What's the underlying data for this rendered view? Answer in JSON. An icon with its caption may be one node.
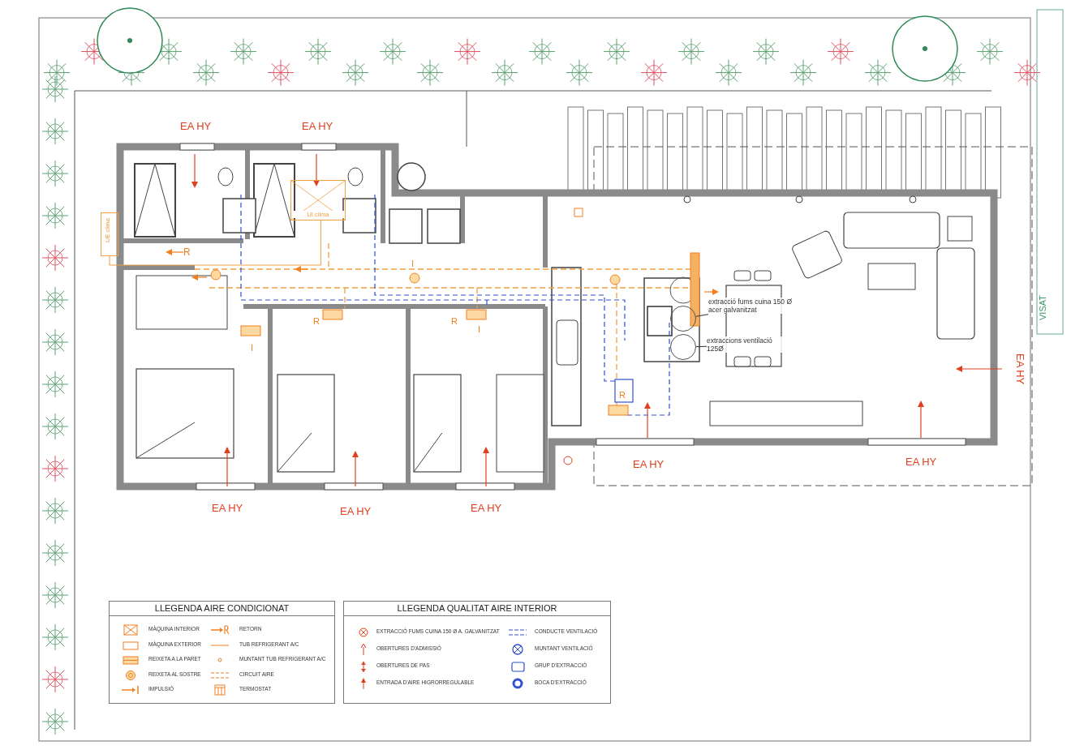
{
  "diagram": {
    "nodes": [
      {
        "text": [
          "UE clima"
        ]
      },
      {
        "text": [
          "UI clima"
        ]
      },
      {
        "text": [
          "extracció fums cuina 150 Ø acer galvanitzat"
        ]
      },
      {
        "text": [],
        "shape": "circle"
      },
      {
        "text": [
          "extraccions ventilació 125Ø"
        ]
      },
      {
        "text": [],
        "shape": "circle"
      }
    ],
    "edges": [
      {
        "from": 0,
        "to": 1,
        "arrow": "none",
        "color": "#f0a040"
      },
      {
        "from": 2,
        "to": 3,
        "arrow": "none"
      },
      {
        "from": 4,
        "to": 5,
        "arrow": "none"
      }
    ],
    "labels": [
      "EA HY",
      "EA HY",
      "R",
      "I",
      "R",
      "R",
      "I",
      "I",
      "EA HY",
      "R",
      "EA HY",
      "EA HY",
      "EA HY",
      "EA HY",
      "EA HY",
      "LLEGENDA AIRE CONDICIONAT",
      "LLEGENDA QUALITAT AIRE INTERIOR",
      "VISAT"
    ],
    "legend": [
      {
        "text": "MÀQUINA INTERIOR"
      },
      {
        "text": "RETORN"
      },
      {
        "text": "MÀQUINA EXTERIOR"
      },
      {
        "text": "TUB REFRIGERANT A/C"
      },
      {
        "text": "REIXETA A LA PARET"
      },
      {
        "text": "MUNTANT TUB REFRIGERANT A/C"
      },
      {
        "text": "REIXETA AL SOSTRE"
      },
      {
        "text": "CIRCUIT AIRE"
      },
      {
        "text": "IMPULSIÓ"
      },
      {
        "text": "TERMOSTAT"
      },
      {
        "text": "EXTRACCIÓ FUMS CUINA 150 Ø A. GALVANITZAT"
      },
      {
        "text": "CONDUCTE VENTILACIÓ"
      },
      {
        "text": "OBERTURES D'ADMISSIÓ"
      },
      {
        "text": "MUNTANT VENTILACIÓ"
      },
      {
        "text": "OBERTURES DE PAS"
      },
      {
        "text": "GRUP D'EXTRACCIÓ"
      },
      {
        "text": "ENTRADA D'AIRE HIGRORREGULABLE"
      },
      {
        "text": "BOCA D'EXTRACCIÓ"
      }
    ]
  }
}
